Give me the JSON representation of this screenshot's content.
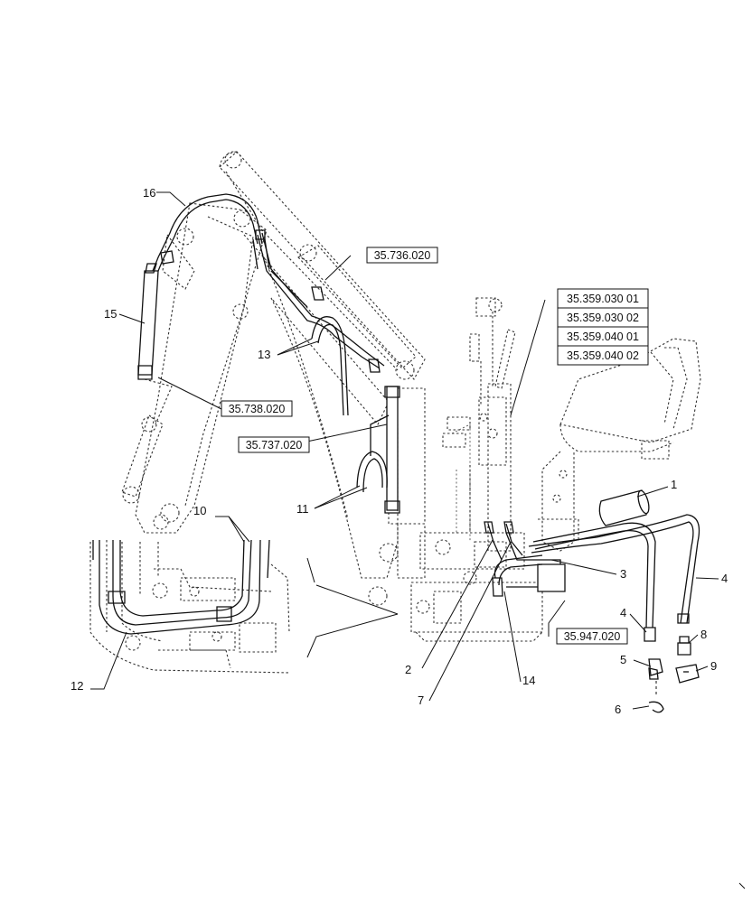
{
  "callouts": {
    "c1": "1",
    "c2": "2",
    "c3": "3",
    "c4a": "4",
    "c4b": "4",
    "c5": "5",
    "c6": "6",
    "c7": "7",
    "c8": "8",
    "c9": "9",
    "c10": "10",
    "c11": "11",
    "c12": "12",
    "c13": "13",
    "c14": "14",
    "c15": "15",
    "c16": "16"
  },
  "references": {
    "r_736": "35.736.020",
    "r_738": "35.738.020",
    "r_737": "35.737.020",
    "r_947": "35.947.020",
    "r_359_030_01": "35.359.030 01",
    "r_359_030_02": "35.359.030 02",
    "r_359_040_01": "35.359.040 01",
    "r_359_040_02": "35.359.040 02"
  }
}
